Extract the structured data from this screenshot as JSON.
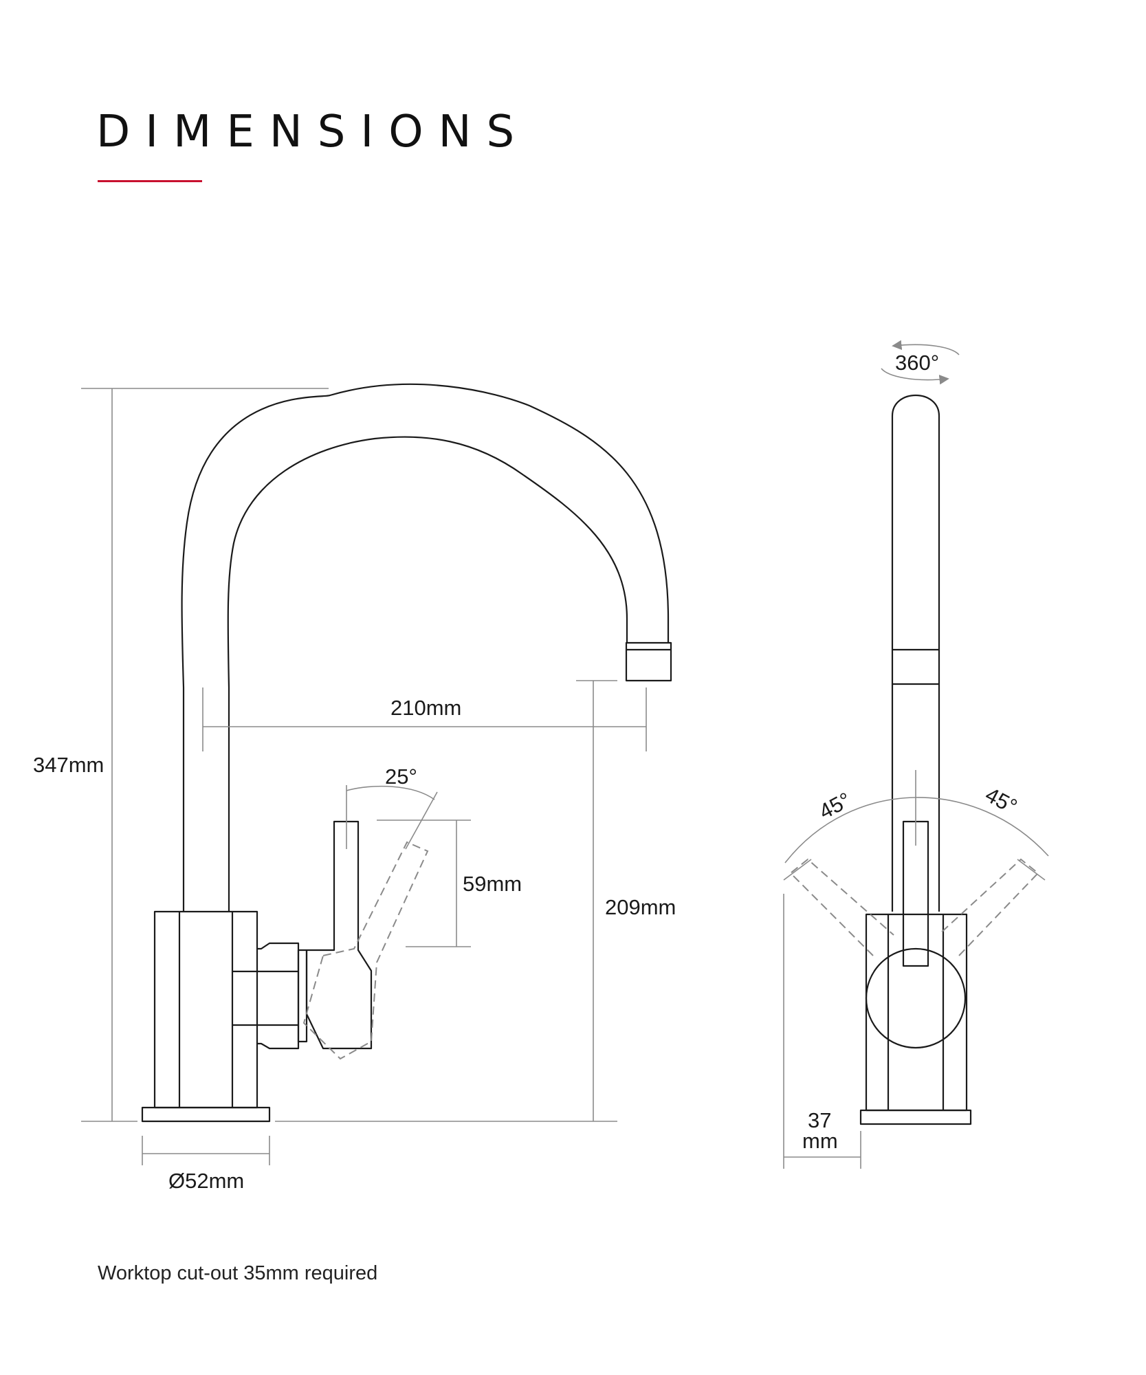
{
  "title": "DIMENSIONS",
  "accent_color": "#c8102e",
  "labels": {
    "height_total": "347mm",
    "reach": "210mm",
    "handle_angle": "25°",
    "handle_height": "59mm",
    "spout_height": "209mm",
    "base_diameter": "Ø52mm",
    "swivel": "360°",
    "side_angle_left": "45°",
    "side_angle_right": "45°",
    "side_width_value": "37",
    "side_width_unit": "mm"
  },
  "footnote": "Worktop cut-out 35mm required"
}
